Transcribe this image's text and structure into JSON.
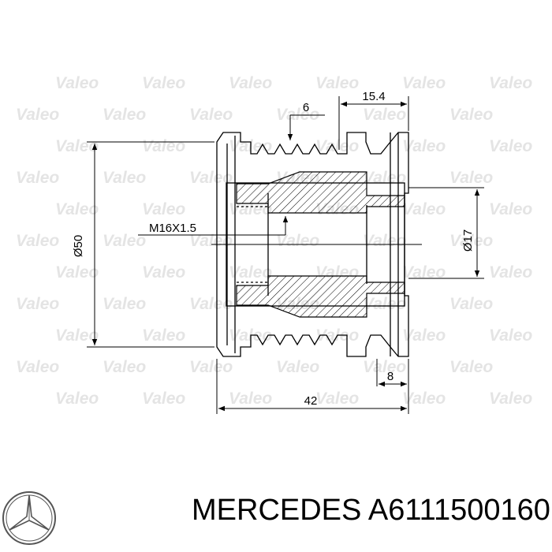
{
  "watermark": {
    "text": "Valeo"
  },
  "dimensions": {
    "groove_width": "6",
    "hub_length": "15.4",
    "thread": "M16X1.5",
    "outer_diameter": "Ø50",
    "bore_diameter": "Ø17",
    "flange_width": "8",
    "total_length": "42"
  },
  "caption": {
    "brand": "MERCEDES",
    "part_number": "A6111500160"
  },
  "logo": {
    "name": "mercedes-star-logo"
  }
}
